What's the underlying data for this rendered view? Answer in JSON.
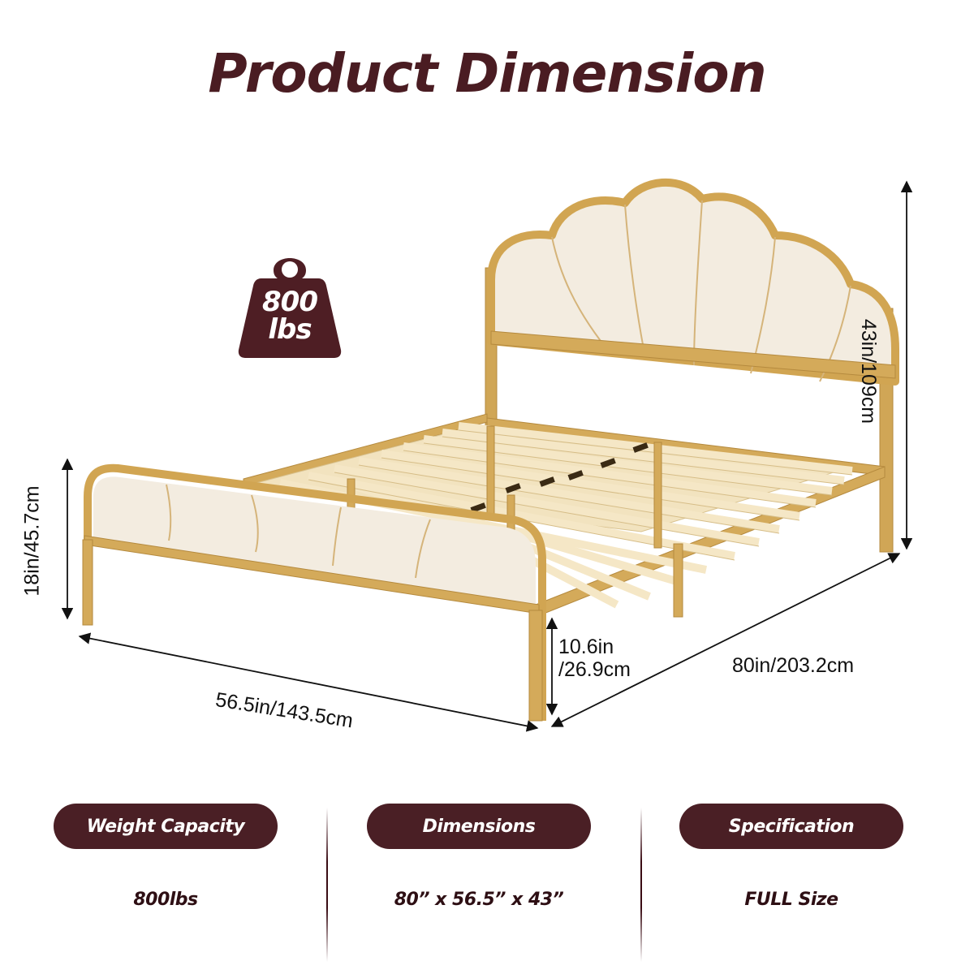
{
  "title": "Product Dimension",
  "colors": {
    "brand": "#4a1f25",
    "gold_frame": "#d4aa5a",
    "upholstery": "#f3ece0",
    "slat": "#f2e3bf",
    "text_dark": "#111111"
  },
  "weight_badge": {
    "icon": "weight-icon",
    "line1": "800",
    "line2": "lbs"
  },
  "dimensions": {
    "total_height": "43in/109cm",
    "footboard_height": "18in/45.7cm",
    "width": "56.5in/143.5cm",
    "length": "80in/203.2cm",
    "clearance_line1": "10.6in",
    "clearance_line2": "/26.9cm"
  },
  "specs": [
    {
      "label": "Weight Capacity",
      "value": "800lbs"
    },
    {
      "label": "Dimensions",
      "value": "80” x 56.5” x 43”"
    },
    {
      "label": "Specification",
      "value": "FULL Size"
    }
  ]
}
